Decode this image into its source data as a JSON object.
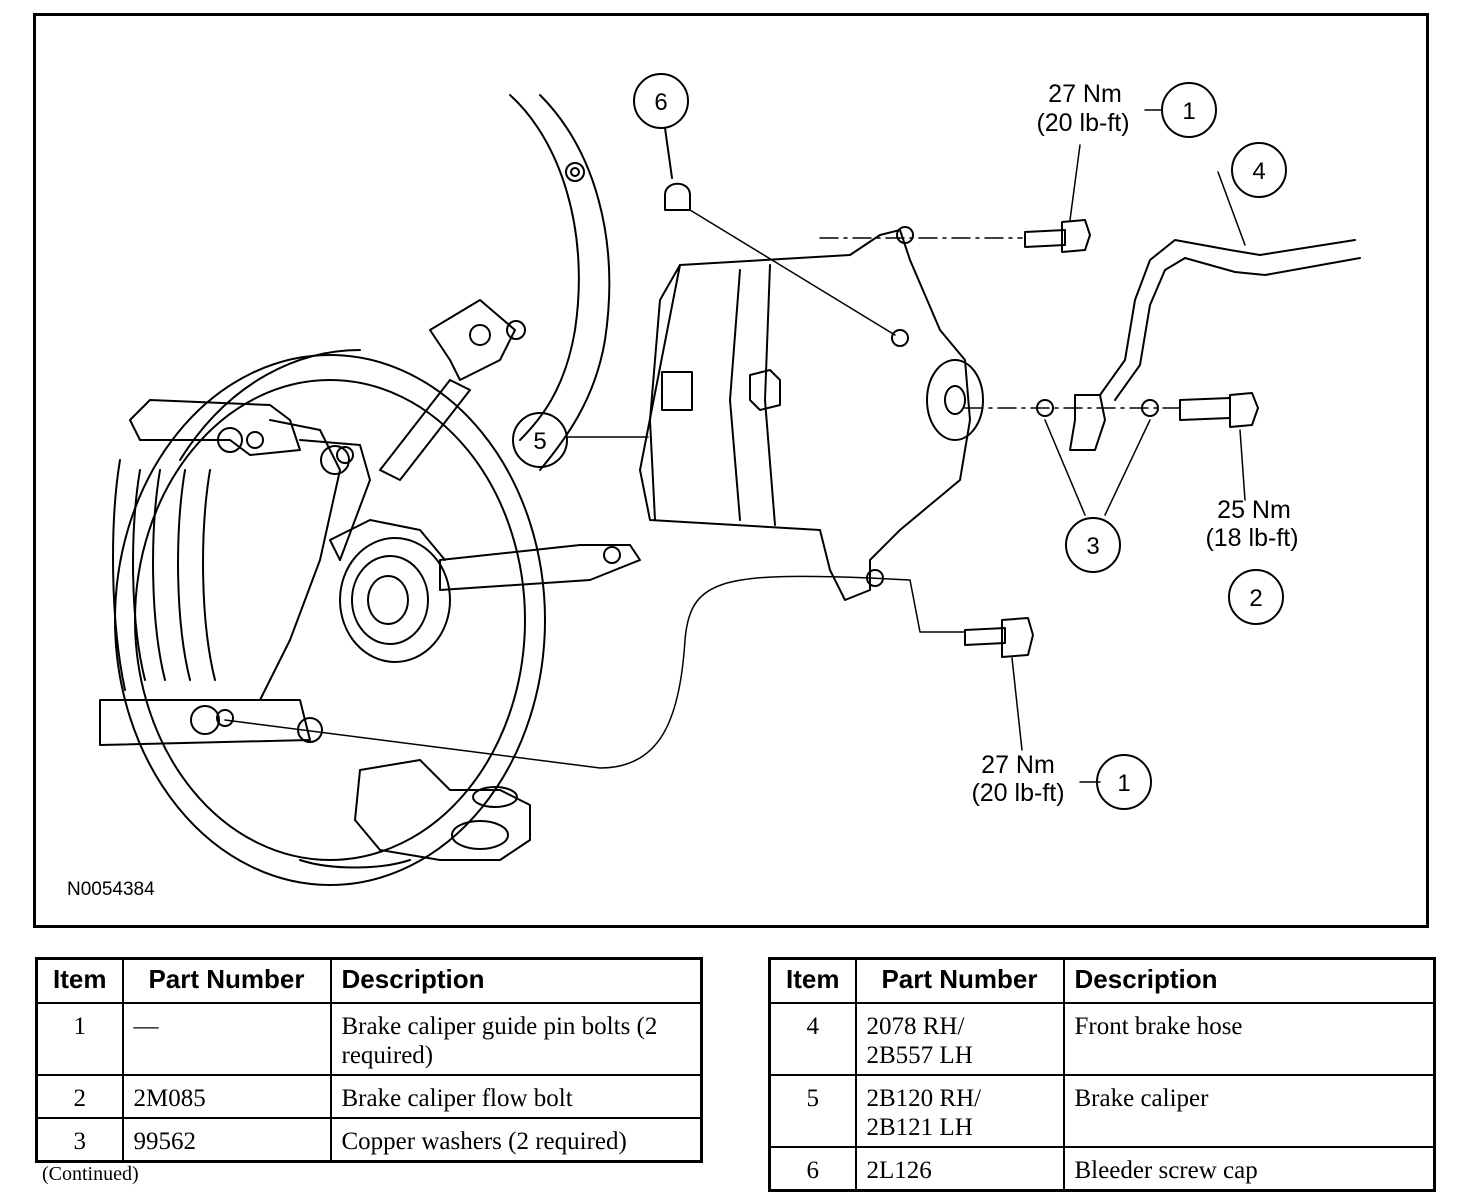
{
  "figure": {
    "id": "N0054384",
    "callouts": [
      {
        "num": "1",
        "torque_nm": "27 Nm",
        "torque_lbft": "(20 lb-ft)"
      },
      {
        "num": "1",
        "torque_nm": "27 Nm",
        "torque_lbft": "(20 lb-ft)"
      },
      {
        "num": "2",
        "torque_nm": "25 Nm",
        "torque_lbft": "(18 lb-ft)"
      },
      {
        "num": "3"
      },
      {
        "num": "4"
      },
      {
        "num": "5"
      },
      {
        "num": "6"
      }
    ]
  },
  "table_headers": {
    "item": "Item",
    "part_number": "Part Number",
    "description": "Description"
  },
  "table_left": [
    {
      "item": "1",
      "part": "—",
      "desc": "Brake caliper guide pin bolts (2 required)"
    },
    {
      "item": "2",
      "part": "2M085",
      "desc": "Brake caliper flow bolt"
    },
    {
      "item": "3",
      "part": "99562",
      "desc": "Copper washers (2 required)"
    }
  ],
  "table_right": [
    {
      "item": "4",
      "part": "2078 RH/ 2B557 LH",
      "desc": "Front brake hose"
    },
    {
      "item": "5",
      "part": "2B120 RH/ 2B121 LH",
      "desc": "Brake caliper"
    },
    {
      "item": "6",
      "part": "2L126",
      "desc": "Bleeder screw cap"
    }
  ],
  "continued": "(Continued)"
}
